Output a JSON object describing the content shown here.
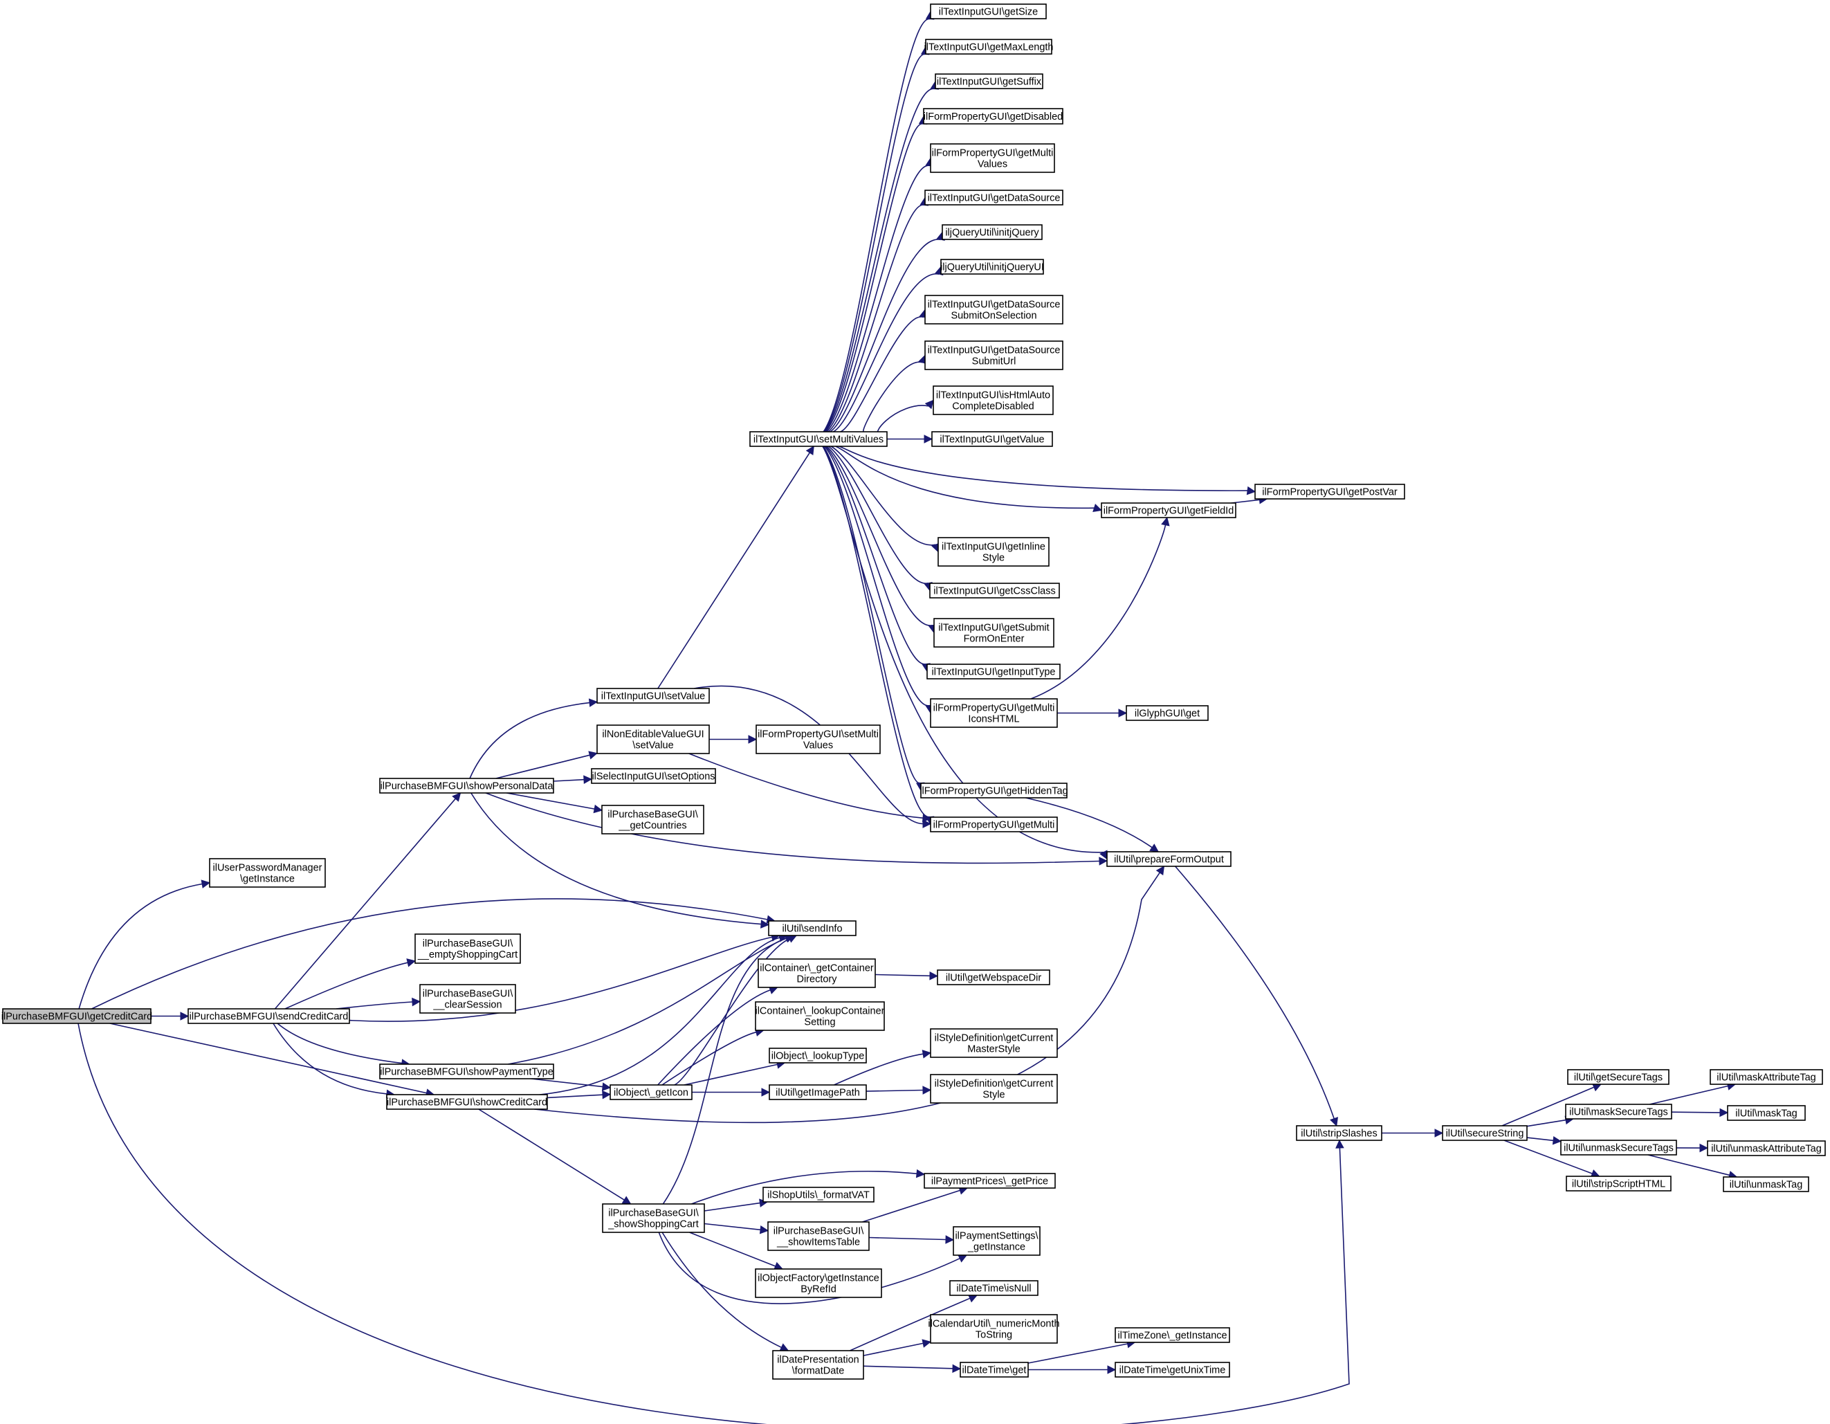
{
  "diagram": {
    "colors": {
      "edge": "#191970",
      "node_fill": "#ffffff",
      "root_fill": "#bfbfbf",
      "node_border": "#000000"
    },
    "nodes": {
      "root": {
        "lines": [
          "ilPurchaseBMFGUI\\getCreditCard"
        ],
        "root": true
      },
      "upm": {
        "lines": [
          "ilUserPasswordManager",
          "\\getInstance"
        ]
      },
      "scc": {
        "lines": [
          "ilPurchaseBMFGUI\\sendCreditCard"
        ]
      },
      "spd": {
        "lines": [
          "ilPurchaseBMFGUI\\showPersonalData"
        ]
      },
      "spt": {
        "lines": [
          "ilPurchaseBMFGUI\\showPaymentType"
        ]
      },
      "shcc": {
        "lines": [
          "ilPurchaseBMFGUI\\showCreditCard"
        ]
      },
      "tisv": {
        "lines": [
          "ilTextInputGUI\\setValue"
        ]
      },
      "nesv": {
        "lines": [
          "ilNonEditableValueGUI",
          "\\setValue"
        ]
      },
      "sio": {
        "lines": [
          "ilSelectInputGUI\\setOptions"
        ]
      },
      "pgc": {
        "lines": [
          "ilPurchaseBaseGUI\\",
          "__getCountries"
        ]
      },
      "pesc": {
        "lines": [
          "ilPurchaseBaseGUI\\",
          "__emptyShoppingCart"
        ]
      },
      "pcs": {
        "lines": [
          "ilPurchaseBaseGUI\\",
          "__clearSession"
        ]
      },
      "tismv": {
        "lines": [
          "ilTextInputGUI\\setMultiValues"
        ]
      },
      "fpsmv": {
        "lines": [
          "ilFormPropertyGUI\\setMulti",
          "Values"
        ]
      },
      "gs": {
        "lines": [
          "ilTextInputGUI\\getSize"
        ]
      },
      "gml": {
        "lines": [
          "ilTextInputGUI\\getMaxLength"
        ]
      },
      "gsuf": {
        "lines": [
          "ilTextInputGUI\\getSuffix"
        ]
      },
      "gdis": {
        "lines": [
          "ilFormPropertyGUI\\getDisabled"
        ]
      },
      "gmv": {
        "lines": [
          "ilFormPropertyGUI\\getMulti",
          "Values"
        ]
      },
      "gds": {
        "lines": [
          "ilTextInputGUI\\getDataSource"
        ]
      },
      "ijq": {
        "lines": [
          "iljQueryUtil\\initjQuery"
        ]
      },
      "ijqu": {
        "lines": [
          "iljQueryUtil\\initjQueryUI"
        ]
      },
      "gdsso": {
        "lines": [
          "ilTextInputGUI\\getDataSource",
          "SubmitOnSelection"
        ]
      },
      "gdssu": {
        "lines": [
          "ilTextInputGUI\\getDataSource",
          "SubmitUrl"
        ]
      },
      "ihacd": {
        "lines": [
          "ilTextInputGUI\\isHtmlAuto",
          "CompleteDisabled"
        ]
      },
      "gv": {
        "lines": [
          "ilTextInputGUI\\getValue"
        ]
      },
      "gfid": {
        "lines": [
          "ilFormPropertyGUI\\getFieldId"
        ]
      },
      "gpv": {
        "lines": [
          "ilFormPropertyGUI\\getPostVar"
        ]
      },
      "gis": {
        "lines": [
          "ilTextInputGUI\\getInline",
          "Style"
        ]
      },
      "gcss": {
        "lines": [
          "ilTextInputGUI\\getCssClass"
        ]
      },
      "gsfoe": {
        "lines": [
          "ilTextInputGUI\\getSubmit",
          "FormOnEnter"
        ]
      },
      "git": {
        "lines": [
          "ilTextInputGUI\\getInputType"
        ]
      },
      "gmih": {
        "lines": [
          "ilFormPropertyGUI\\getMulti",
          "IconsHTML"
        ]
      },
      "glyph": {
        "lines": [
          "ilGlyphGUI\\get"
        ]
      },
      "ght": {
        "lines": [
          "ilFormPropertyGUI\\getHiddenTag"
        ]
      },
      "gmulti": {
        "lines": [
          "ilFormPropertyGUI\\getMulti"
        ]
      },
      "pfo": {
        "lines": [
          "ilUtil\\prepareFormOutput"
        ]
      },
      "si": {
        "lines": [
          "ilUtil\\sendInfo"
        ]
      },
      "gcd": {
        "lines": [
          "ilContainer\\_getContainer",
          "Directory"
        ]
      },
      "gwd": {
        "lines": [
          "ilUtil\\getWebspaceDir"
        ]
      },
      "lcs": {
        "lines": [
          "ilContainer\\_lookupContainer",
          "Setting"
        ]
      },
      "lt": {
        "lines": [
          "ilObject\\_lookupType"
        ]
      },
      "gi": {
        "lines": [
          "ilObject\\_getIcon"
        ]
      },
      "gip": {
        "lines": [
          "ilUtil\\getImagePath"
        ]
      },
      "gcms": {
        "lines": [
          "ilStyleDefinition\\getCurrent",
          "MasterStyle"
        ]
      },
      "gcs": {
        "lines": [
          "ilStyleDefinition\\getCurrent",
          "Style"
        ]
      },
      "ssc": {
        "lines": [
          "ilPurchaseBaseGUI\\",
          "_showShoppingCart"
        ]
      },
      "fvat": {
        "lines": [
          "ilShopUtils\\_formatVAT"
        ]
      },
      "sit": {
        "lines": [
          "ilPurchaseBaseGUI\\",
          "__showItemsTable"
        ]
      },
      "gibr": {
        "lines": [
          "ilObjectFactory\\getInstance",
          "ByRefId"
        ]
      },
      "gp": {
        "lines": [
          "ilPaymentPrices\\_getPrice"
        ]
      },
      "psgi": {
        "lines": [
          "ilPaymentSettings\\",
          "_getInstance"
        ]
      },
      "fd": {
        "lines": [
          "ilDatePresentation",
          "\\formatDate"
        ]
      },
      "dtn": {
        "lines": [
          "ilDateTime\\isNull"
        ]
      },
      "nmts": {
        "lines": [
          "ilCalendarUtil\\_numericMonth",
          "ToString"
        ]
      },
      "dtg": {
        "lines": [
          "ilDateTime\\get"
        ]
      },
      "tzgi": {
        "lines": [
          "ilTimeZone\\_getInstance"
        ]
      },
      "gut": {
        "lines": [
          "ilDateTime\\getUnixTime"
        ]
      },
      "ss": {
        "lines": [
          "ilUtil\\stripSlashes"
        ]
      },
      "sstr": {
        "lines": [
          "ilUtil\\secureString"
        ]
      },
      "gst": {
        "lines": [
          "ilUtil\\getSecureTags"
        ]
      },
      "mst": {
        "lines": [
          "ilUtil\\maskSecureTags"
        ]
      },
      "umst": {
        "lines": [
          "ilUtil\\unmaskSecureTags"
        ]
      },
      "ssh": {
        "lines": [
          "ilUtil\\stripScriptHTML"
        ]
      },
      "mat": {
        "lines": [
          "ilUtil\\maskAttributeTag"
        ]
      },
      "mt": {
        "lines": [
          "ilUtil\\maskTag"
        ]
      },
      "umat": {
        "lines": [
          "ilUtil\\unmaskAttributeTag"
        ]
      },
      "umt": {
        "lines": [
          "ilUtil\\unmaskTag"
        ]
      }
    },
    "edges": [
      [
        "root",
        "upm"
      ],
      [
        "root",
        "si"
      ],
      [
        "root",
        "scc"
      ],
      [
        "root",
        "shcc"
      ],
      [
        "root",
        "ss"
      ],
      [
        "scc",
        "spd"
      ],
      [
        "scc",
        "pesc"
      ],
      [
        "scc",
        "pcs"
      ],
      [
        "scc",
        "si"
      ],
      [
        "scc",
        "spt"
      ],
      [
        "scc",
        "shcc"
      ],
      [
        "spd",
        "tisv"
      ],
      [
        "spd",
        "nesv"
      ],
      [
        "spd",
        "sio"
      ],
      [
        "spd",
        "pgc"
      ],
      [
        "spd",
        "pfo"
      ],
      [
        "spd",
        "si"
      ],
      [
        "tisv",
        "tismv"
      ],
      [
        "tisv",
        "gmulti"
      ],
      [
        "nesv",
        "fpsmv"
      ],
      [
        "nesv",
        "gmulti"
      ],
      [
        "tismv",
        "gs"
      ],
      [
        "tismv",
        "gml"
      ],
      [
        "tismv",
        "gsuf"
      ],
      [
        "tismv",
        "gdis"
      ],
      [
        "tismv",
        "gmv"
      ],
      [
        "tismv",
        "gds"
      ],
      [
        "tismv",
        "ijq"
      ],
      [
        "tismv",
        "ijqu"
      ],
      [
        "tismv",
        "gdsso"
      ],
      [
        "tismv",
        "gdssu"
      ],
      [
        "tismv",
        "ihacd"
      ],
      [
        "tismv",
        "gv"
      ],
      [
        "tismv",
        "gpv"
      ],
      [
        "tismv",
        "gfid"
      ],
      [
        "tismv",
        "gis"
      ],
      [
        "tismv",
        "gcss"
      ],
      [
        "tismv",
        "gsfoe"
      ],
      [
        "tismv",
        "git"
      ],
      [
        "tismv",
        "gmih"
      ],
      [
        "tismv",
        "ght"
      ],
      [
        "tismv",
        "gmulti"
      ],
      [
        "tismv",
        "pfo"
      ],
      [
        "gfid",
        "gpv"
      ],
      [
        "gmih",
        "gfid"
      ],
      [
        "gmih",
        "glyph"
      ],
      [
        "ght",
        "pfo"
      ],
      [
        "pfo",
        "ss"
      ],
      [
        "spt",
        "si"
      ],
      [
        "spt",
        "gi"
      ],
      [
        "shcc",
        "si"
      ],
      [
        "shcc",
        "gi"
      ],
      [
        "shcc",
        "pfo"
      ],
      [
        "shcc",
        "ssc"
      ],
      [
        "gi",
        "gcd"
      ],
      [
        "gi",
        "lcs"
      ],
      [
        "gi",
        "lt"
      ],
      [
        "gi",
        "gip"
      ],
      [
        "gi",
        "si"
      ],
      [
        "gcd",
        "gwd"
      ],
      [
        "gip",
        "gcms"
      ],
      [
        "gip",
        "gcs"
      ],
      [
        "ssc",
        "si"
      ],
      [
        "ssc",
        "gp"
      ],
      [
        "ssc",
        "fvat"
      ],
      [
        "ssc",
        "sit"
      ],
      [
        "ssc",
        "gibr"
      ],
      [
        "ssc",
        "psgi"
      ],
      [
        "ssc",
        "fd"
      ],
      [
        "sit",
        "gp"
      ],
      [
        "sit",
        "psgi"
      ],
      [
        "fd",
        "dtn"
      ],
      [
        "fd",
        "nmts"
      ],
      [
        "fd",
        "dtg"
      ],
      [
        "dtg",
        "tzgi"
      ],
      [
        "dtg",
        "gut"
      ],
      [
        "ss",
        "sstr"
      ],
      [
        "sstr",
        "gst"
      ],
      [
        "sstr",
        "mst"
      ],
      [
        "sstr",
        "umst"
      ],
      [
        "sstr",
        "ssh"
      ],
      [
        "mst",
        "mat"
      ],
      [
        "mst",
        "mt"
      ],
      [
        "umst",
        "umat"
      ],
      [
        "umst",
        "umt"
      ]
    ]
  }
}
